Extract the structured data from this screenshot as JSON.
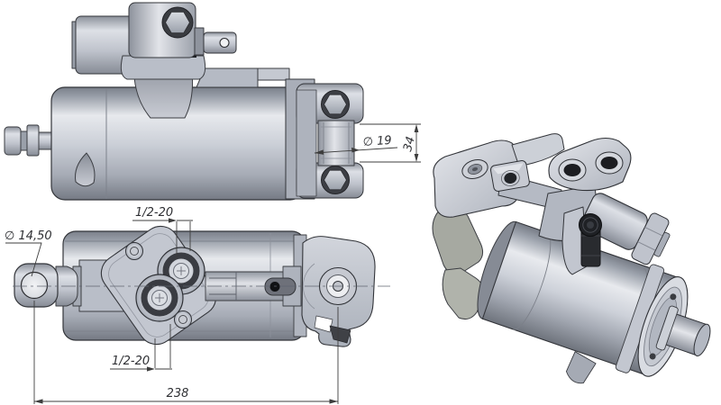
{
  "page": {
    "background": "#ffffff"
  },
  "drawing": {
    "palette": {
      "outline": "#33353a",
      "metal_light": "#e7e9ed",
      "metal_mid": "#c3c7d0",
      "metal_dark": "#7a7f89",
      "dim_line": "#3d3d3d",
      "dim_text": "#2e2f33"
    },
    "views": {
      "side": {
        "dims": {
          "pin_diameter": "∅ 19",
          "clevis_width": "34"
        }
      },
      "plan": {
        "dims": {
          "port_thread_top": "1/2-20",
          "port_thread_bottom": "1/2-20",
          "rod_eye_diameter": "∅ 14,50",
          "overall_length": "238"
        }
      }
    }
  }
}
